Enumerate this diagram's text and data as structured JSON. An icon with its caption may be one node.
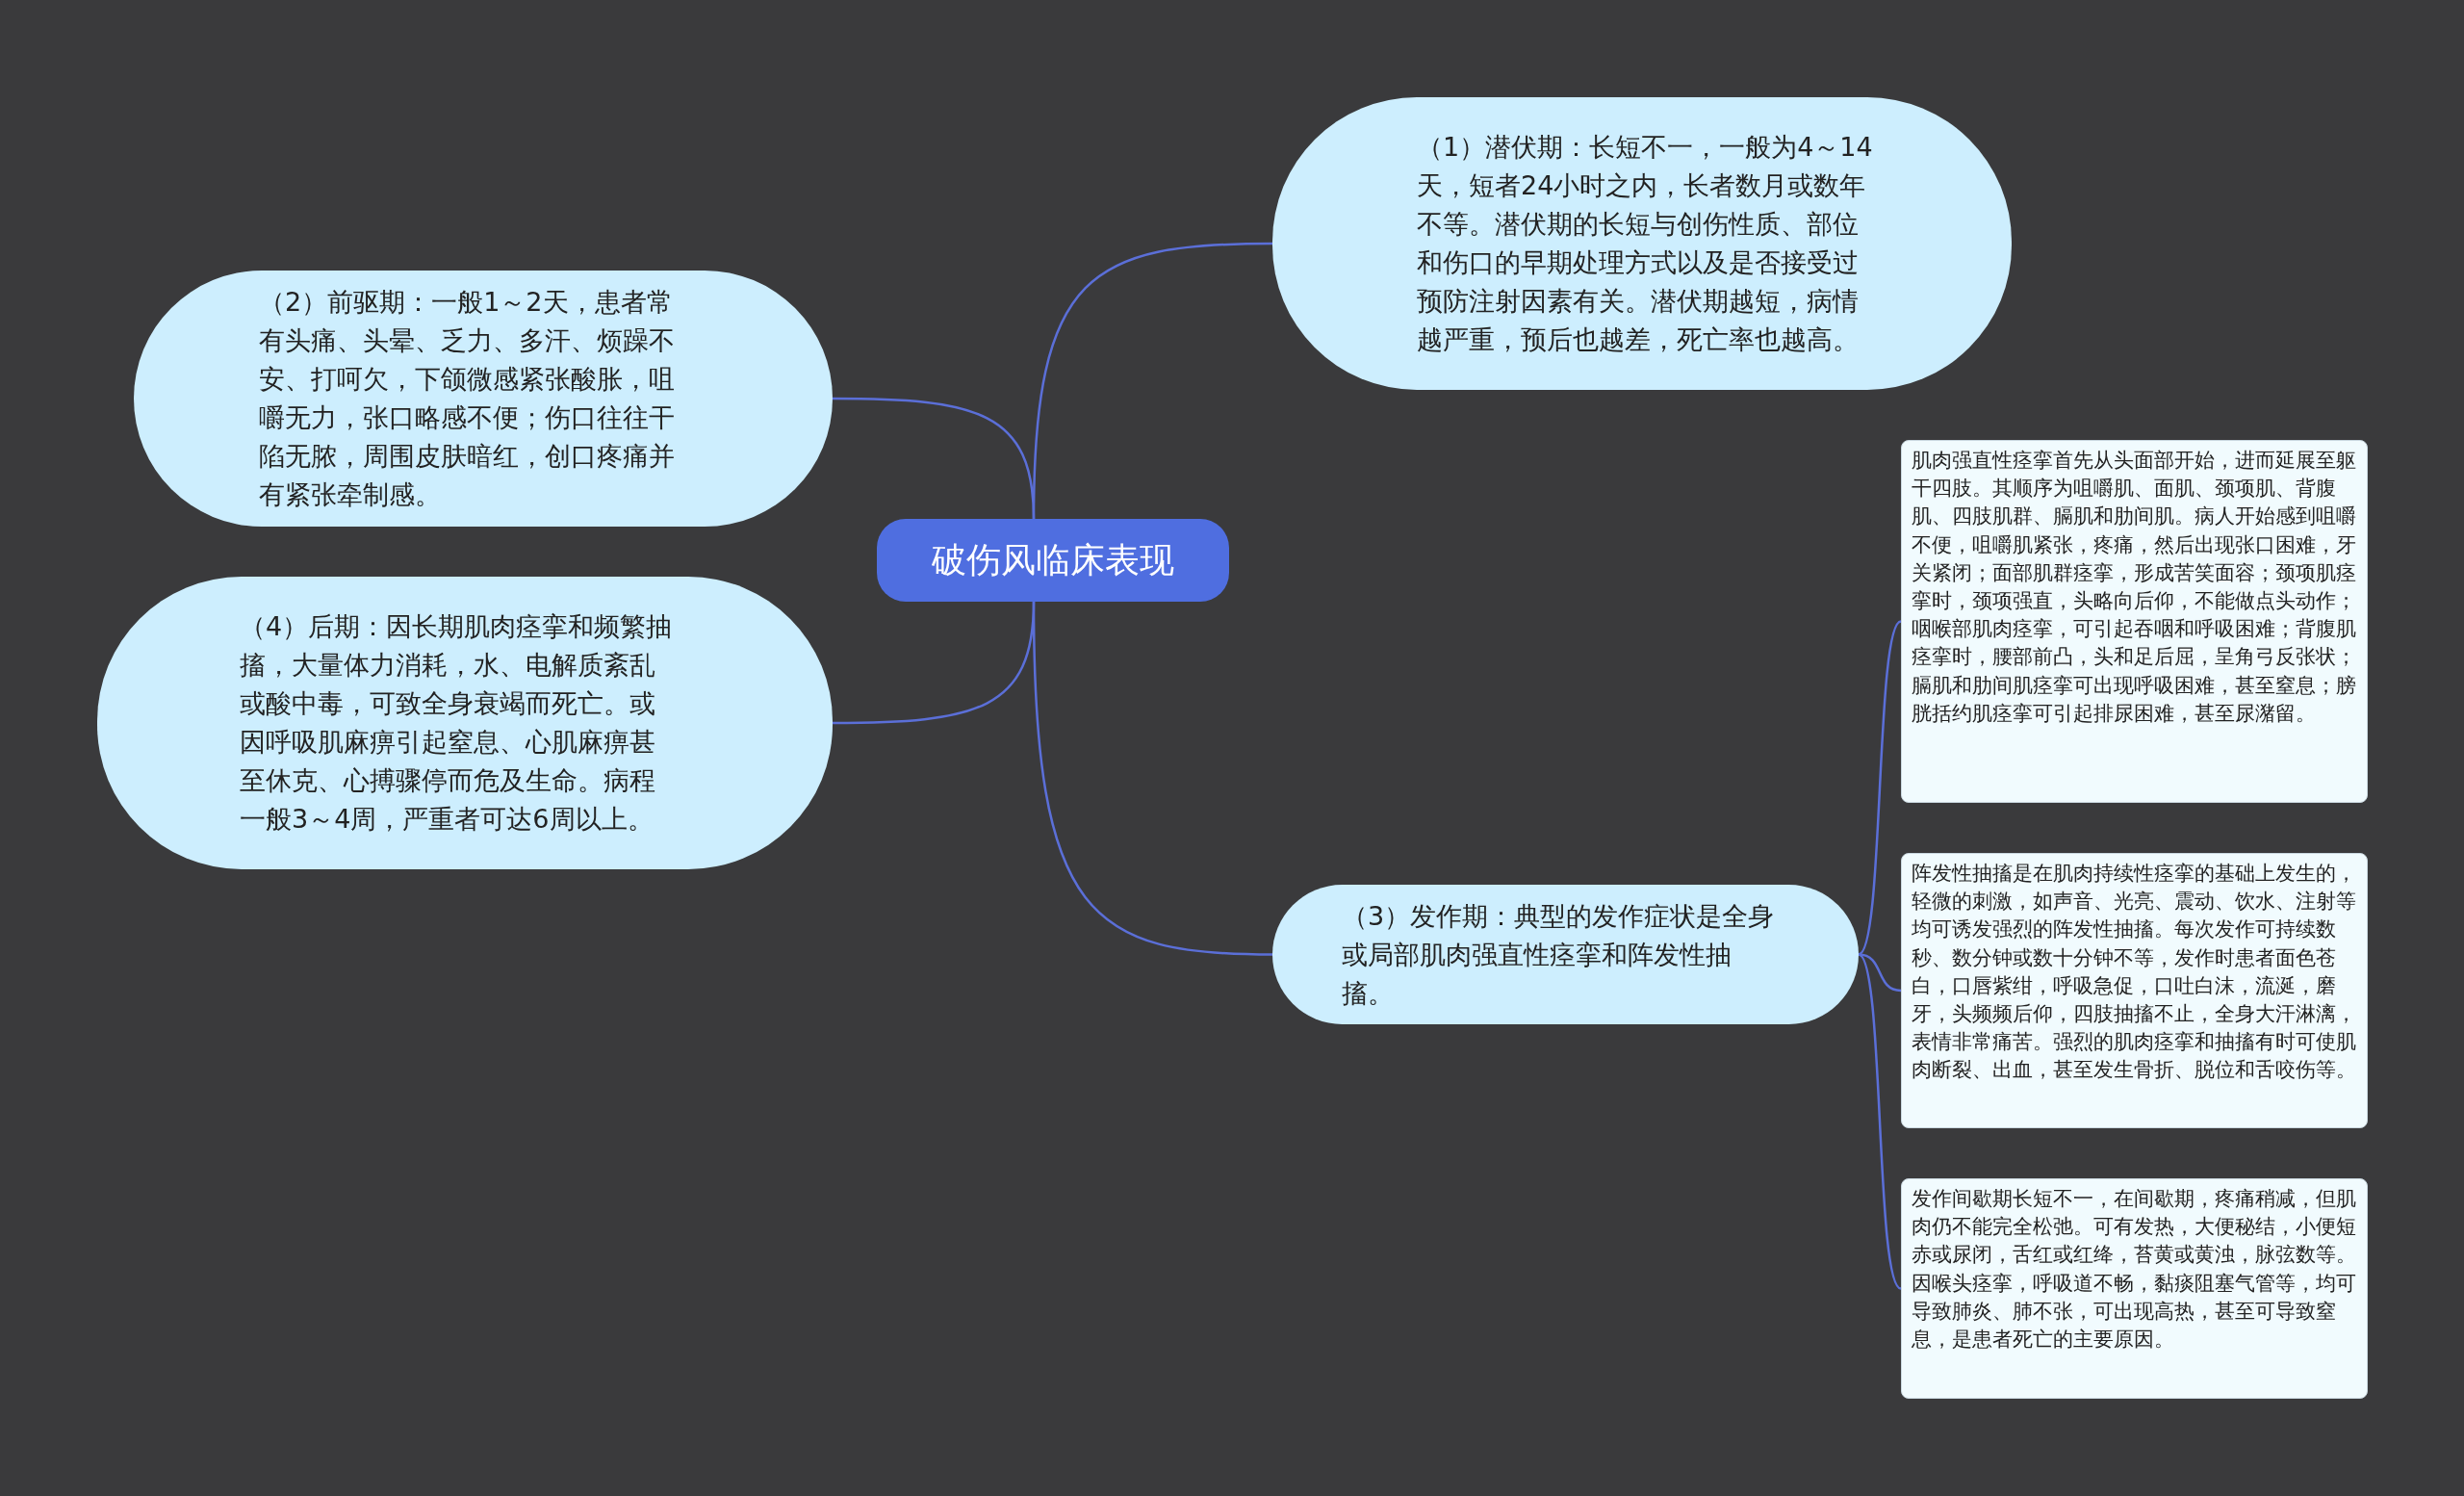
{
  "diagram": {
    "nodes": [
      {
        "text": [
          "破伤风临床表现"
        ]
      },
      {
        "text": [
          "（1）潜伏期：长短不一，一般为4～14天，短者24小时之内，长者数月或数年不等。潜伏期的长短与创伤性质、部位和伤口的早期处理方式以及是否接受过预防注射因素有关。潜伏期越短，病情越严重，预后也越差，死亡率也越高。"
        ]
      },
      {
        "text": [
          "（2）前驱期：一般1～2天，患者常有头痛、头晕、乏力、多汗、烦躁不安、打呵欠，下颌微感紧张酸胀，咀嚼无力，张口略感不便；伤口往往干陷无脓，周围皮肤暗红，创口疼痛并有紧张牵制感。"
        ]
      },
      {
        "text": [
          "（4）后期：因长期肌肉痉挛和频繁抽搐，大量体力消耗，水、电解质紊乱或酸中毒，可致全身衰竭而死亡。或因呼吸肌麻痹引起窒息、心肌麻痹甚至休克、心搏骤停而危及生命。病程一般3～4周，严重者可达6周以上。"
        ]
      },
      {
        "text": [
          "（3）发作期：典型的发作症状是全身或局部肌肉强直性痉挛和阵发性抽搐。"
        ]
      },
      {
        "text": [
          "肌肉强直性痉挛首先从头面部开始，进而延展至躯干四肢。其顺序为咀嚼肌、面肌、颈项肌、背腹肌、四肢肌群、膈肌和肋间肌。病人开始感到咀嚼不便，咀嚼肌紧张，疼痛，然后出现张口困难，牙关紧闭；面部肌群痉挛，形成苦笑面容；颈项肌痉挛时，颈项强直，头略向后仰，不能做点头动作；咽喉部肌肉痉挛，可引起吞咽和呼吸困难；背腹肌痉挛时，腰部前凸，头和足后屈，呈角弓反张状；膈肌和肋间肌痉挛可出现呼吸困难，甚至窒息；膀胱括约肌痉挛可引起排尿困难，甚至尿潴留。"
        ]
      },
      {
        "text": [
          "阵发性抽搐是在肌肉持续性痉挛的基础上发生的，轻微的刺激，如声音、光亮、震动、饮水、注射等均可诱发强烈的阵发性抽搐。每次发作可持续数秒、数分钟或数十分钟不等，发作时患者面色苍白，口唇紫绀，呼吸急促，口吐白沫，流涎，磨牙，头频频后仰，四肢抽搐不止，全身大汗淋漓，表情非常痛苦。强烈的肌肉痉挛和抽搐有时可使肌肉断裂、出血，甚至发生骨折、脱位和舌咬伤等。"
        ]
      },
      {
        "text": [
          "发作间歇期长短不一，在间歇期，疼痛稍减，但肌肉仍不能完全松弛。可有发热，大便秘结，小便短赤或尿闭，舌红或红绛，苔黄或黄浊，脉弦数等。因喉头痉挛，呼吸道不畅，黏痰阻塞气管等，均可导致肺炎、肺不张，可出现高热，甚至可导致窒息，是患者死亡的主要原因。"
        ]
      }
    ],
    "edges": [
      {
        "from": 0,
        "to": 1,
        "arrow": "none"
      },
      {
        "from": 0,
        "to": 2,
        "arrow": "none"
      },
      {
        "from": 0,
        "to": 3,
        "arrow": "none"
      },
      {
        "from": 0,
        "to": 4,
        "arrow": "none"
      },
      {
        "from": 4,
        "to": 5,
        "arrow": "none"
      },
      {
        "from": 4,
        "to": 6,
        "arrow": "none"
      },
      {
        "from": 4,
        "to": 7,
        "arrow": "none"
      }
    ]
  }
}
